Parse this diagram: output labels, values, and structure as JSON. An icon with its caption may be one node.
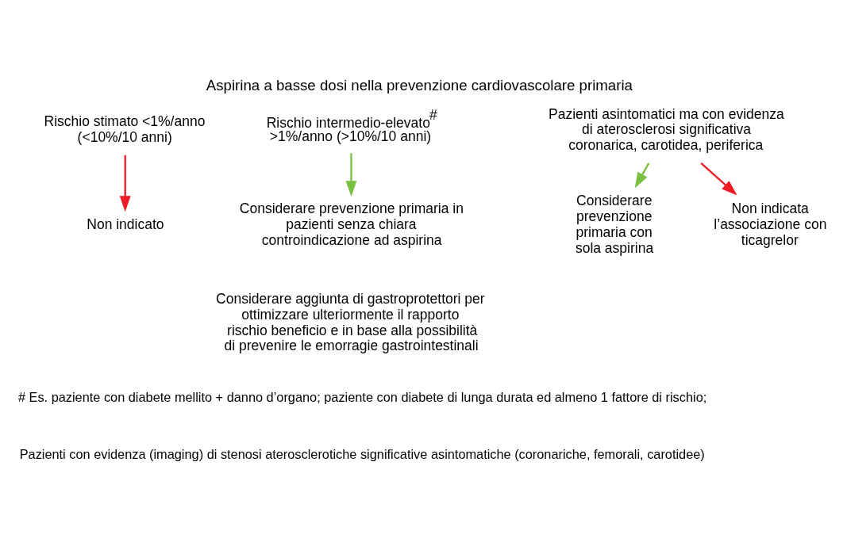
{
  "diagram": {
    "title": "Aspirina a basse dosi nella prevenzione cardiovascolare primaria",
    "nodes": [
      {
        "text": [
          "Rischio stimato <1%/anno (<10%/10 anni)"
        ]
      },
      {
        "text": [
          "Rischio intermedio-elevato$^{#}$ >1%/anno (>10%/10 anni)"
        ]
      },
      {
        "text": [
          "Pazienti asintomatici ma con evidenza di aterosclerosi significativa coronarica, carotidea, periferica"
        ]
      },
      {
        "text": [
          "Non indicato"
        ]
      },
      {
        "text": [
          "Considerare prevenzione primaria in pazienti senza chiara controindicazione ad aspirina"
        ]
      },
      {
        "text": [
          "Considerare prevenzione primaria con sola aspirina"
        ]
      },
      {
        "text": [
          "Non indicata l’associazione con ticagrelor"
        ]
      }
    ],
    "edges": [
      {
        "from": 0,
        "to": 3,
        "arrow": "to",
        "color": "#ee1c25"
      },
      {
        "from": 1,
        "to": 4,
        "arrow": "to",
        "color": "#7ac142"
      },
      {
        "from": 2,
        "to": 5,
        "arrow": "to",
        "color": "#7ac142"
      },
      {
        "from": 2,
        "to": 6,
        "arrow": "to",
        "color": "#ee1c25"
      }
    ],
    "labels": [
      "Considerare aggiunta di gastroprotettori per ottimizzare ulteriormente il rapporto rischio beneficio e in base alla possibilità di prevenire le emorragie gastrointestinali",
      "# Es. paziente con diabete mellito + danno d’organo; paziente con diabete di lunga durata ed almeno 1 fattore di rischio;",
      "Pazienti con evidenza (imaging) di stenosi aterosclerotiche significative asintomatiche (coronariche, femorali, carotidee)"
    ]
  }
}
